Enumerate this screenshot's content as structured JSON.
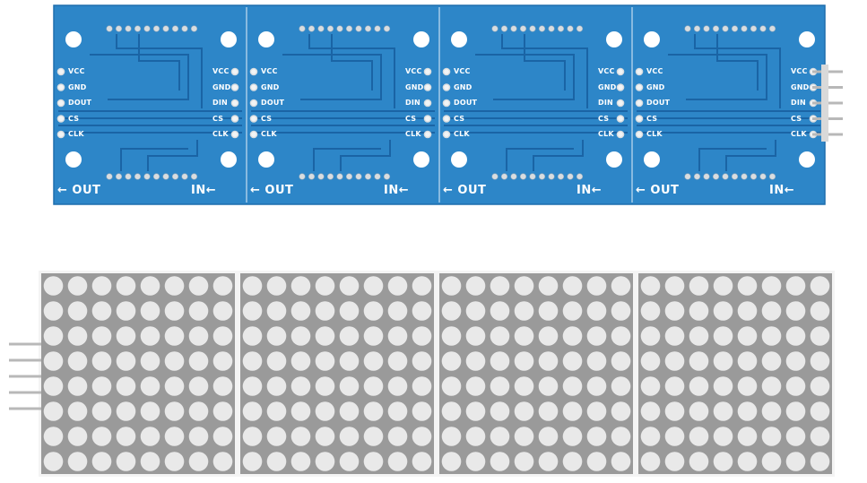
{
  "board": {
    "module_count": 4,
    "pin_labels_left": [
      "VCC",
      "GND",
      "DOUT",
      "CS",
      "CLK"
    ],
    "pin_labels_right": [
      "VCC",
      "GND",
      "DIN",
      "CS",
      "CLK"
    ],
    "out_label": "OUT",
    "in_label": "IN",
    "out_arrow": "←",
    "in_arrow": "←"
  },
  "matrix": {
    "module_count": 4,
    "rows": 8,
    "cols": 8
  },
  "colors": {
    "pcb_blue": "#2d86c8",
    "pcb_edge": "#1f6fae",
    "trace": "#1a64a5",
    "pad_silver": "#d9dde0",
    "hole_white": "#ffffff",
    "silk": "#ffffff",
    "matrix_body": "#9a9a9a",
    "led_off": "#e9e9e9",
    "pin_metal": "#b8b8b8"
  }
}
